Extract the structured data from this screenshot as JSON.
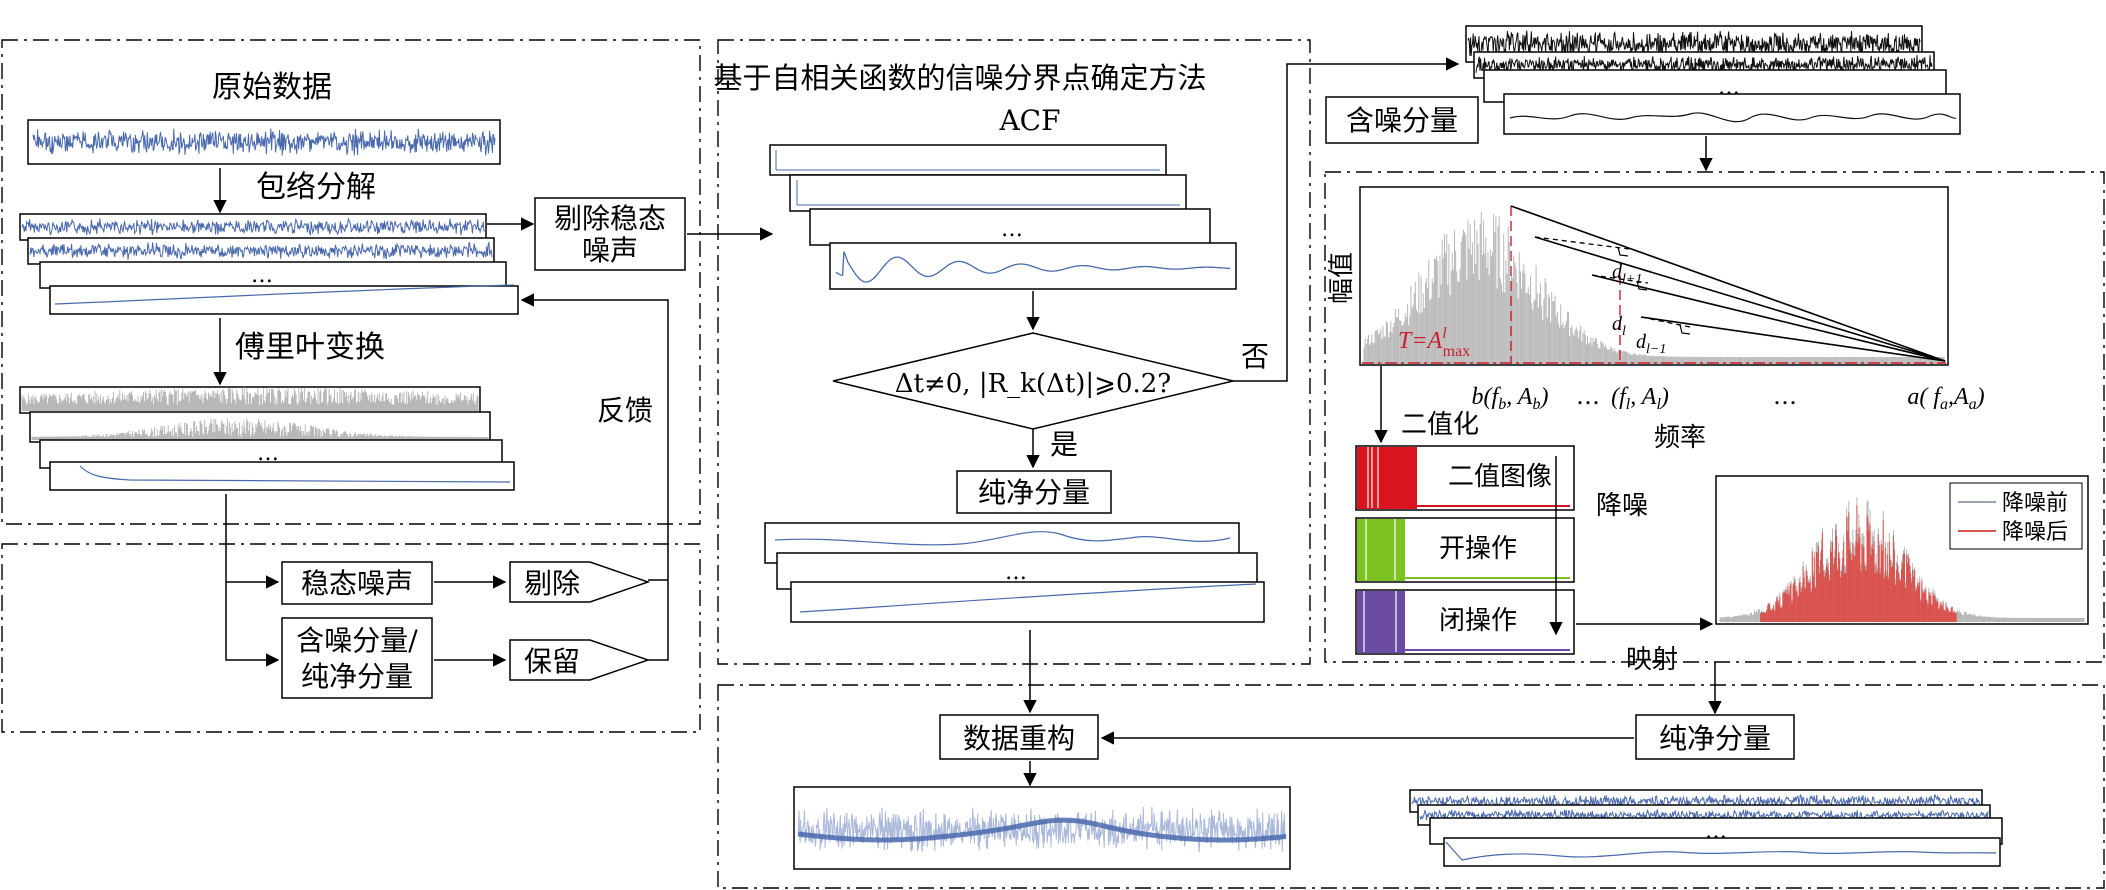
{
  "left": {
    "raw_data": "原始数据",
    "envelope_decomp": "包络分解",
    "remove_steady": [
      "剔除稳态",
      "噪声"
    ],
    "fourier": "傅里叶变换",
    "feedback": "反馈",
    "steady_noise": "稳态噪声",
    "remove": "剔除",
    "noisy_clean": [
      "含噪分量/",
      "纯净分量"
    ],
    "keep": "保留",
    "ellipsis": "…"
  },
  "middle": {
    "method_title": "基于自相关函数的信噪分界点确定方法",
    "acf": "ACF",
    "condition": "Δt≠0, |R_k(Δt)|⩾0.2?",
    "no": "否",
    "yes": "是",
    "clean_component": "纯净分量",
    "ellipsis": "…"
  },
  "right": {
    "noisy_component": "含噪分量",
    "amplitude": "幅值",
    "frequency": "频率",
    "threshold_label": "T=A",
    "threshold_sup": "l",
    "threshold_sub": "max",
    "point_b": "b(f_b, A_b)",
    "point_l": "(f_l, A_l)",
    "point_a": "a(f_a, A_a)",
    "d_l_plus": "d_{l+1}",
    "d_l": "d_l",
    "d_l_minus": "d_{l−1}",
    "binarize": "二值化",
    "binary_image": "二值图像",
    "denoise": "降噪",
    "open_op": "开操作",
    "close_op": "闭操作",
    "mapping": "映射",
    "legend_before": "降噪前",
    "legend_after": "降噪后",
    "ellipsis": "…"
  },
  "bottom": {
    "reconstruct": "数据重构",
    "clean_component": "纯净分量",
    "ellipsis": "…"
  },
  "colors": {
    "signal_blue": "#4a69ad",
    "spectrum_gray": "#b8b8b8",
    "threshold_red": "#cc1e2e",
    "denoised_red": "#d9534f",
    "binary_red": "#d9141f",
    "open_green": "#7cc223",
    "close_purple": "#6a4aa3"
  }
}
